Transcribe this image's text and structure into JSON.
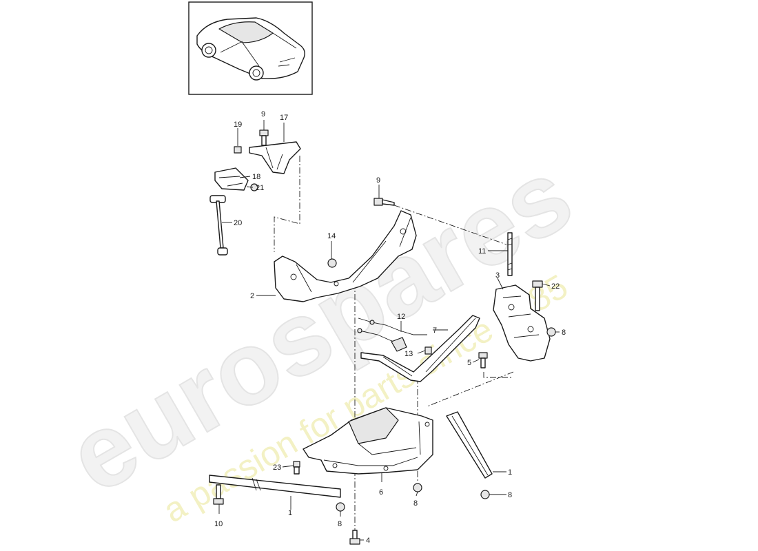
{
  "watermark": {
    "brand": "eurospares",
    "tagline": "a passion for parts since 1985"
  },
  "callouts": {
    "c1a": "1",
    "c1b": "1",
    "c2": "2",
    "c3": "3",
    "c4": "4",
    "c5": "5",
    "c6": "6",
    "c7": "7",
    "c8a": "8",
    "c8b": "8",
    "c8c": "8",
    "c8d": "8",
    "c9a": "9",
    "c9b": "9",
    "c10": "10",
    "c11": "11",
    "c12": "12",
    "c13": "13",
    "c14": "14",
    "c17": "17",
    "c18": "18",
    "c19": "19",
    "c20": "20",
    "c21": "21",
    "c22": "22",
    "c23": "23"
  }
}
